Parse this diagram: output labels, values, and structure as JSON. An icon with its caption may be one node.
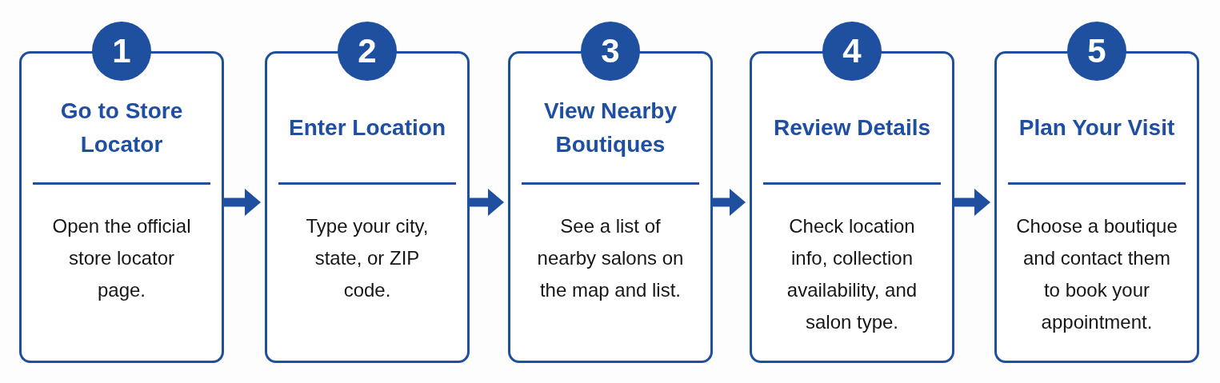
{
  "diagram": {
    "nodes": [
      {
        "text": [
          "1"
        ]
      },
      {
        "text": [
          "Go to Store Locator",
          "Open the official store locator page."
        ]
      },
      {
        "text": [
          "2"
        ]
      },
      {
        "text": [
          "Enter Location",
          "Type your city, state, or ZIP code."
        ]
      },
      {
        "text": [
          "3"
        ]
      },
      {
        "text": [
          "View Nearby Boutiques",
          "See a list of nearby salons on the map and list."
        ]
      },
      {
        "text": [
          "4"
        ]
      },
      {
        "text": [
          "Review Details",
          "Check location info, collection availability, and salon type."
        ]
      },
      {
        "text": [
          "5"
        ]
      },
      {
        "text": [
          "Plan Your Visit",
          "Choose a boutique and contact them to book your appointment."
        ]
      }
    ],
    "edges": [
      {
        "from": 1,
        "to": 3,
        "arrow": "to"
      },
      {
        "from": 3,
        "to": 5,
        "arrow": "to"
      },
      {
        "from": 5,
        "to": 7,
        "arrow": "to"
      },
      {
        "from": 7,
        "to": 9,
        "arrow": "to"
      }
    ]
  }
}
